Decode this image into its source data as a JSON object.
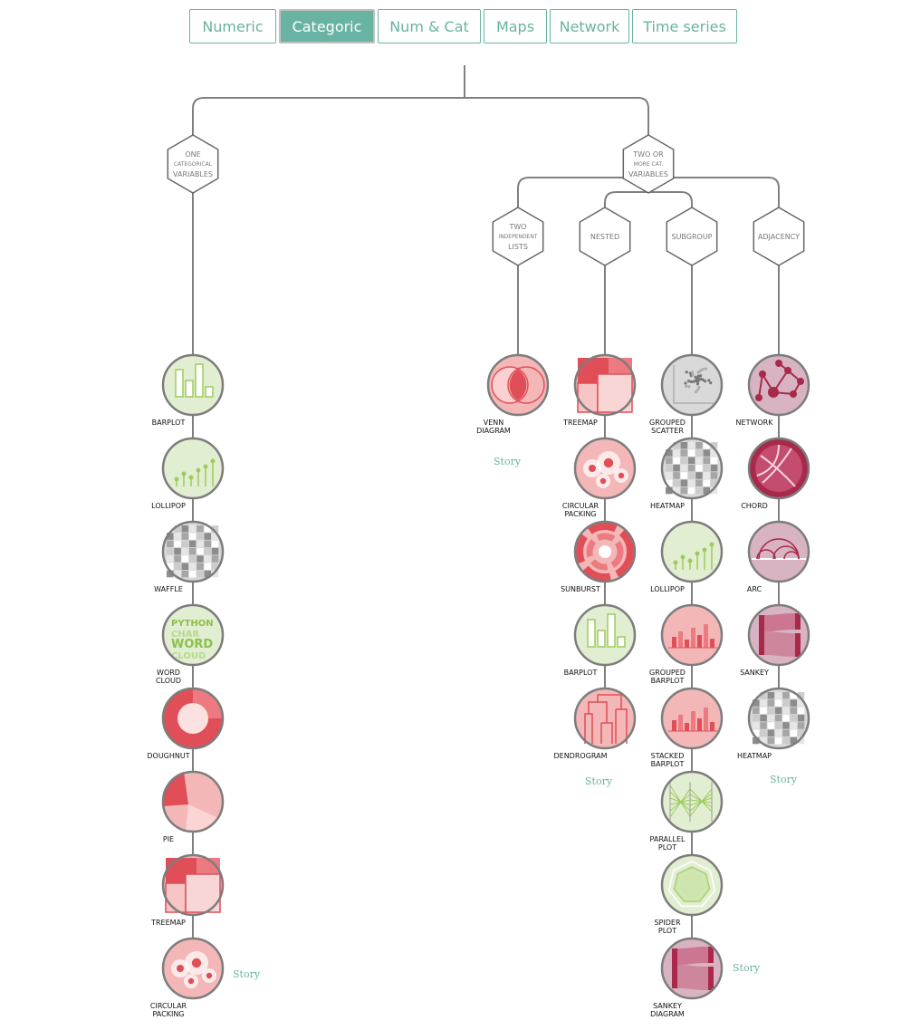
{
  "tabs": [
    {
      "label": "Numeric",
      "active": false
    },
    {
      "label": "Categoric",
      "active": true
    },
    {
      "label": "Num & Cat",
      "active": false
    },
    {
      "label": "Maps",
      "active": false
    },
    {
      "label": "Network",
      "active": false
    },
    {
      "label": "Time series",
      "active": false
    }
  ],
  "hexagons": {
    "one_cat": [
      "ONE",
      "CATEGORICAL",
      "VARIABLES"
    ],
    "two_cat": [
      "TWO OR",
      "MORE CAT.",
      "VARIABLES"
    ],
    "two_lists": [
      "TWO",
      "INDEPENDENT",
      "LISTS"
    ],
    "nested": [
      "NESTED"
    ],
    "subgroup": [
      "SUBGROUP"
    ],
    "adjacency": [
      "ADJACENCY"
    ]
  },
  "columns": {
    "one_cat": [
      "BARPLOT",
      "LOLLIPOP",
      "WAFFLE",
      "WORD\nCLOUD",
      "DOUGHNUT",
      "PIE",
      "TREEMAP",
      "CIRCULAR\nPACKING"
    ],
    "two_lists": [
      "VENN\nDIAGRAM"
    ],
    "nested": [
      "TREEMAP",
      "CIRCULAR\nPACKING",
      "SUNBURST",
      "BARPLOT",
      "DENDROGRAM"
    ],
    "subgroup": [
      "GROUPED\nSCATTER",
      "HEATMAP",
      "LOLLIPOP",
      "GROUPED\nBARPLOT",
      "STACKED\nBARPLOT",
      "PARALLEL\nPLOT",
      "SPIDER\nPLOT",
      "SANKEY\nDIAGRAM"
    ],
    "adjacency": [
      "NETWORK",
      "CHORD",
      "ARC",
      "SANKEY",
      "HEATMAP"
    ]
  },
  "story_label": "Story",
  "colors": {
    "accent": "#69b3a2",
    "line": "#808080",
    "green_fill": "#e2eed1",
    "green_stroke": "#9ccb5c",
    "red_fill": "#f4b7b7",
    "red_dark": "#e04f57",
    "grey_fill": "#d9d9d9",
    "purple_fill": "#d8b4c2",
    "purple_dark": "#a8294a"
  }
}
